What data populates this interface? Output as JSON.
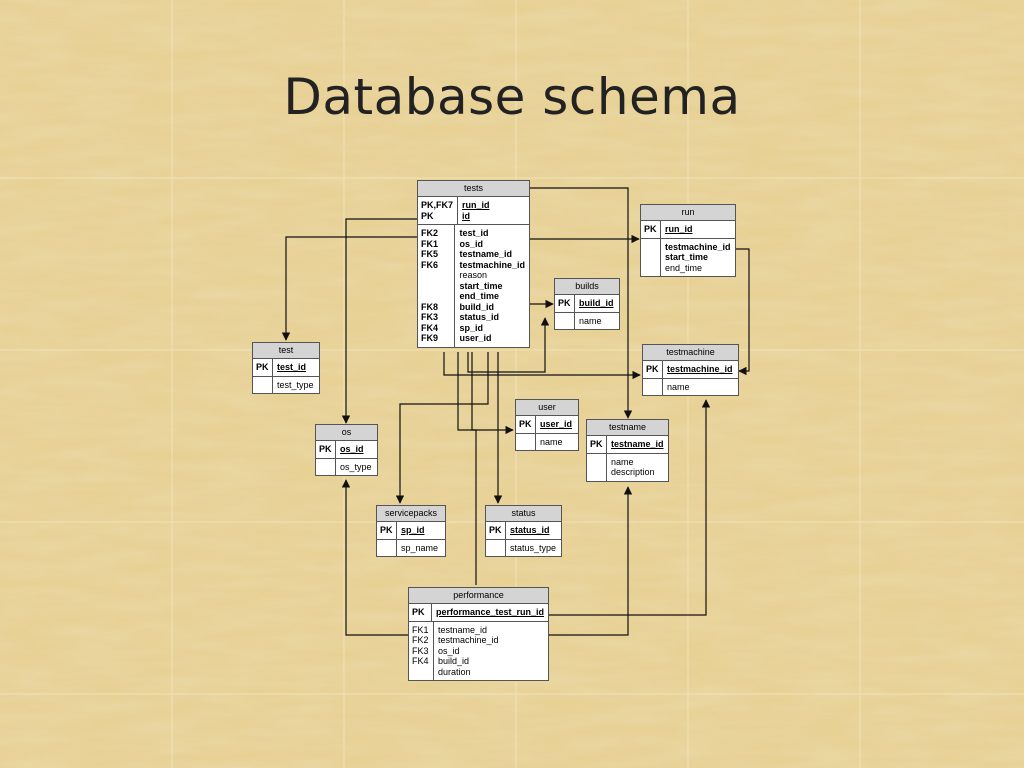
{
  "title": "Database schema",
  "entities": {
    "tests": {
      "name": "tests",
      "pk_keys": [
        "PK,FK7",
        "PK"
      ],
      "pk_fields": [
        "run_id",
        "id"
      ],
      "keys": [
        "FK2",
        "FK1",
        "FK5",
        "FK6",
        "",
        "",
        "",
        "FK8",
        "FK3",
        "FK4",
        "FK9"
      ],
      "fields": [
        "test_id",
        "os_id",
        "testname_id",
        "testmachine_id",
        "reason",
        "start_time",
        "end_time",
        "build_id",
        "status_id",
        "sp_id",
        "user_id"
      ]
    },
    "run": {
      "name": "run",
      "pk_key": "PK",
      "pk_field": "run_id",
      "fields": [
        "testmachine_id",
        "start_time",
        "end_time"
      ]
    },
    "builds": {
      "name": "builds",
      "pk_key": "PK",
      "pk_field": "build_id",
      "fields": [
        "name"
      ]
    },
    "testmachine": {
      "name": "testmachine",
      "pk_key": "PK",
      "pk_field": "testmachine_id",
      "fields": [
        "name"
      ]
    },
    "test": {
      "name": "test",
      "pk_key": "PK",
      "pk_field": "test_id",
      "fields": [
        "test_type"
      ]
    },
    "os": {
      "name": "os",
      "pk_key": "PK",
      "pk_field": "os_id",
      "fields": [
        "os_type"
      ]
    },
    "user": {
      "name": "user",
      "pk_key": "PK",
      "pk_field": "user_id",
      "fields": [
        "name"
      ]
    },
    "testname": {
      "name": "testname",
      "pk_key": "PK",
      "pk_field": "testname_id",
      "fields": [
        "name",
        "description"
      ]
    },
    "servicepacks": {
      "name": "servicepacks",
      "pk_key": "PK",
      "pk_field": "sp_id",
      "fields": [
        "sp_name"
      ]
    },
    "status": {
      "name": "status",
      "pk_key": "PK",
      "pk_field": "status_id",
      "fields": [
        "status_type"
      ]
    },
    "performance": {
      "name": "performance",
      "pk_key": "PK",
      "pk_field": "performance_test_run_id",
      "keys": [
        "FK1",
        "FK2",
        "FK3",
        "FK4",
        ""
      ],
      "fields": [
        "testname_id",
        "testmachine_id",
        "os_id",
        "build_id",
        "duration"
      ]
    }
  }
}
